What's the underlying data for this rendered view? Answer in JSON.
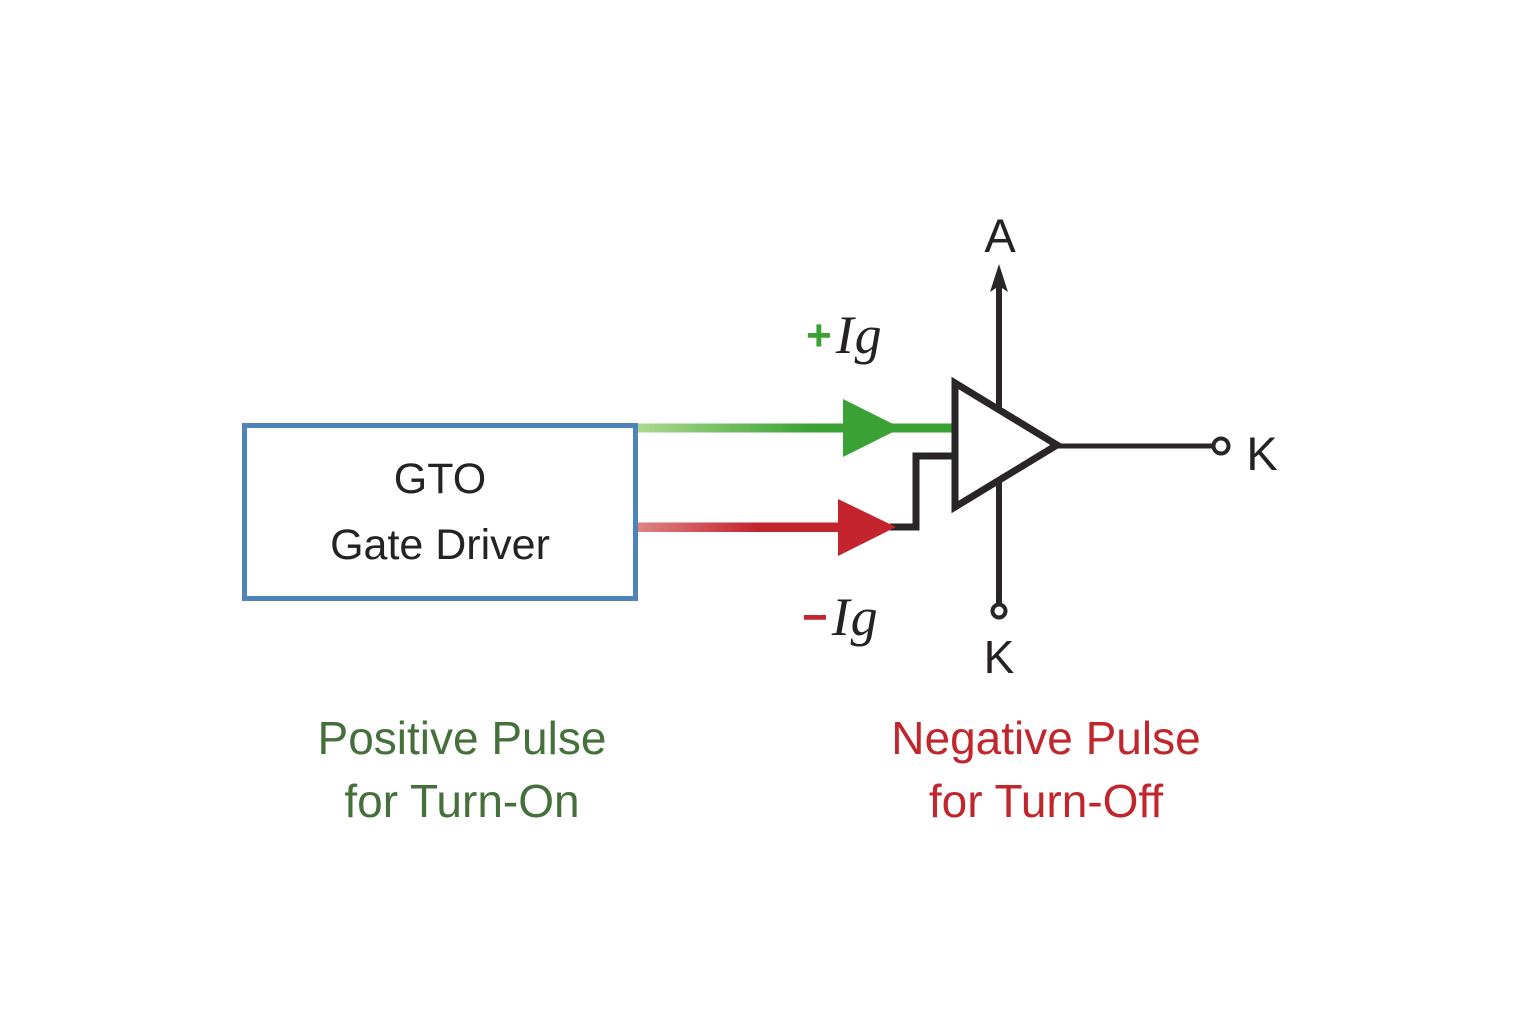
{
  "driver_box": {
    "line1": "GTO",
    "line2": "Gate Driver"
  },
  "gate_labels": {
    "positive_sign": "+",
    "positive_symbol": "Ig",
    "negative_sign": "−",
    "negative_symbol": "Ig"
  },
  "terminals": {
    "anode": "A",
    "cathode_right": "K",
    "cathode_bottom": "K"
  },
  "captions": {
    "positive_line1": "Positive Pulse",
    "positive_line2": "for Turn-On",
    "negative_line1": "Negative Pulse",
    "negative_line2": "for Turn-Off"
  },
  "colors": {
    "positive_pulse": "#3aa135",
    "positive_pulse_light": "#abd98e",
    "negative_pulse": "#c4242e",
    "negative_pulse_light": "#de8484",
    "box_border": "#4e84b9",
    "caption_positive": "#45703c",
    "caption_negative": "#c1262d",
    "ink": "#2a2627"
  }
}
